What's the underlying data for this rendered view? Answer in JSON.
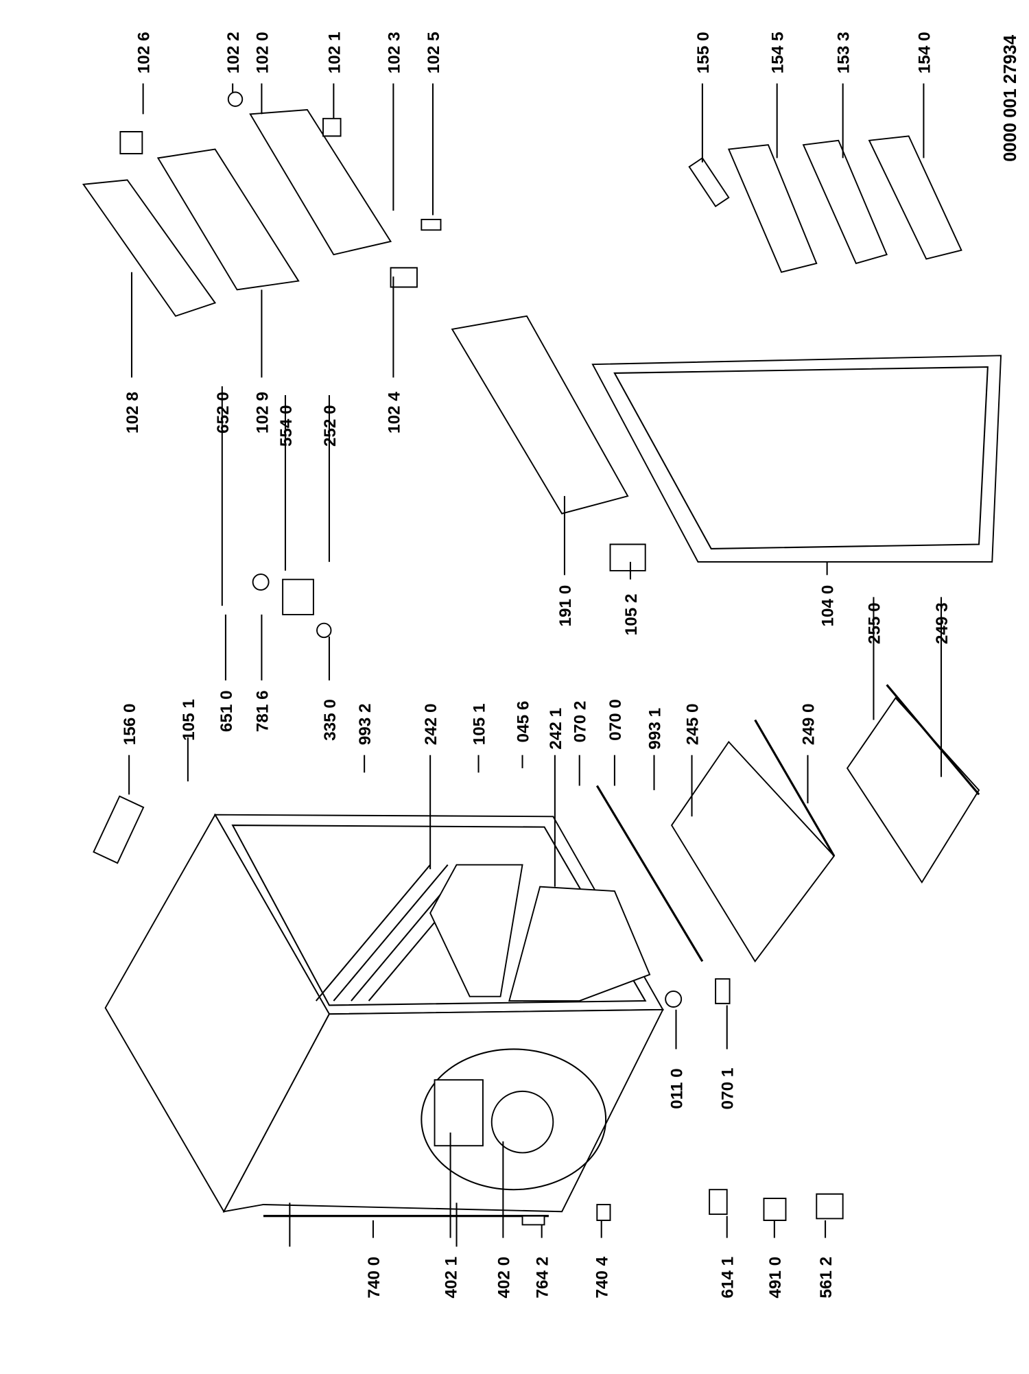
{
  "drawing_code": "0000 001 27934",
  "labels": {
    "p1026": "102 6",
    "p1022": "102 2",
    "p1020": "102 0",
    "p1021": "102 1",
    "p1023": "102 3",
    "p1025": "102 5",
    "p1550": "155 0",
    "p1545": "154 5",
    "p1533": "153 3",
    "p1540": "154 0",
    "p1028": "102 8",
    "p6520": "652 0",
    "p1029": "102 9",
    "p5540": "554 0",
    "p2520": "252 0",
    "p1024": "102 4",
    "p1910": "191 0",
    "p1052": "105 2",
    "p1040": "104 0",
    "p2550": "255 0",
    "p2493": "249 3",
    "p1560": "156 0",
    "p1051a": "105 1",
    "p6510": "651 0",
    "p7816": "781 6",
    "p3350": "335 0",
    "p9932": "993 2",
    "p2420": "242 0",
    "p1051b": "105 1",
    "p0456": "045 6",
    "p2421": "242 1",
    "p0702": "070 2",
    "p0700": "070 0",
    "p9931": "993 1",
    "p2450": "245 0",
    "p2490": "249 0",
    "p0110": "011 0",
    "p0701": "070 1",
    "p7400": "740 0",
    "p4021": "402 1",
    "p4020": "402 0",
    "p7642": "764 2",
    "p7404": "740 4",
    "p6141": "614 1",
    "p4910": "491 0",
    "p5612": "561 2"
  }
}
